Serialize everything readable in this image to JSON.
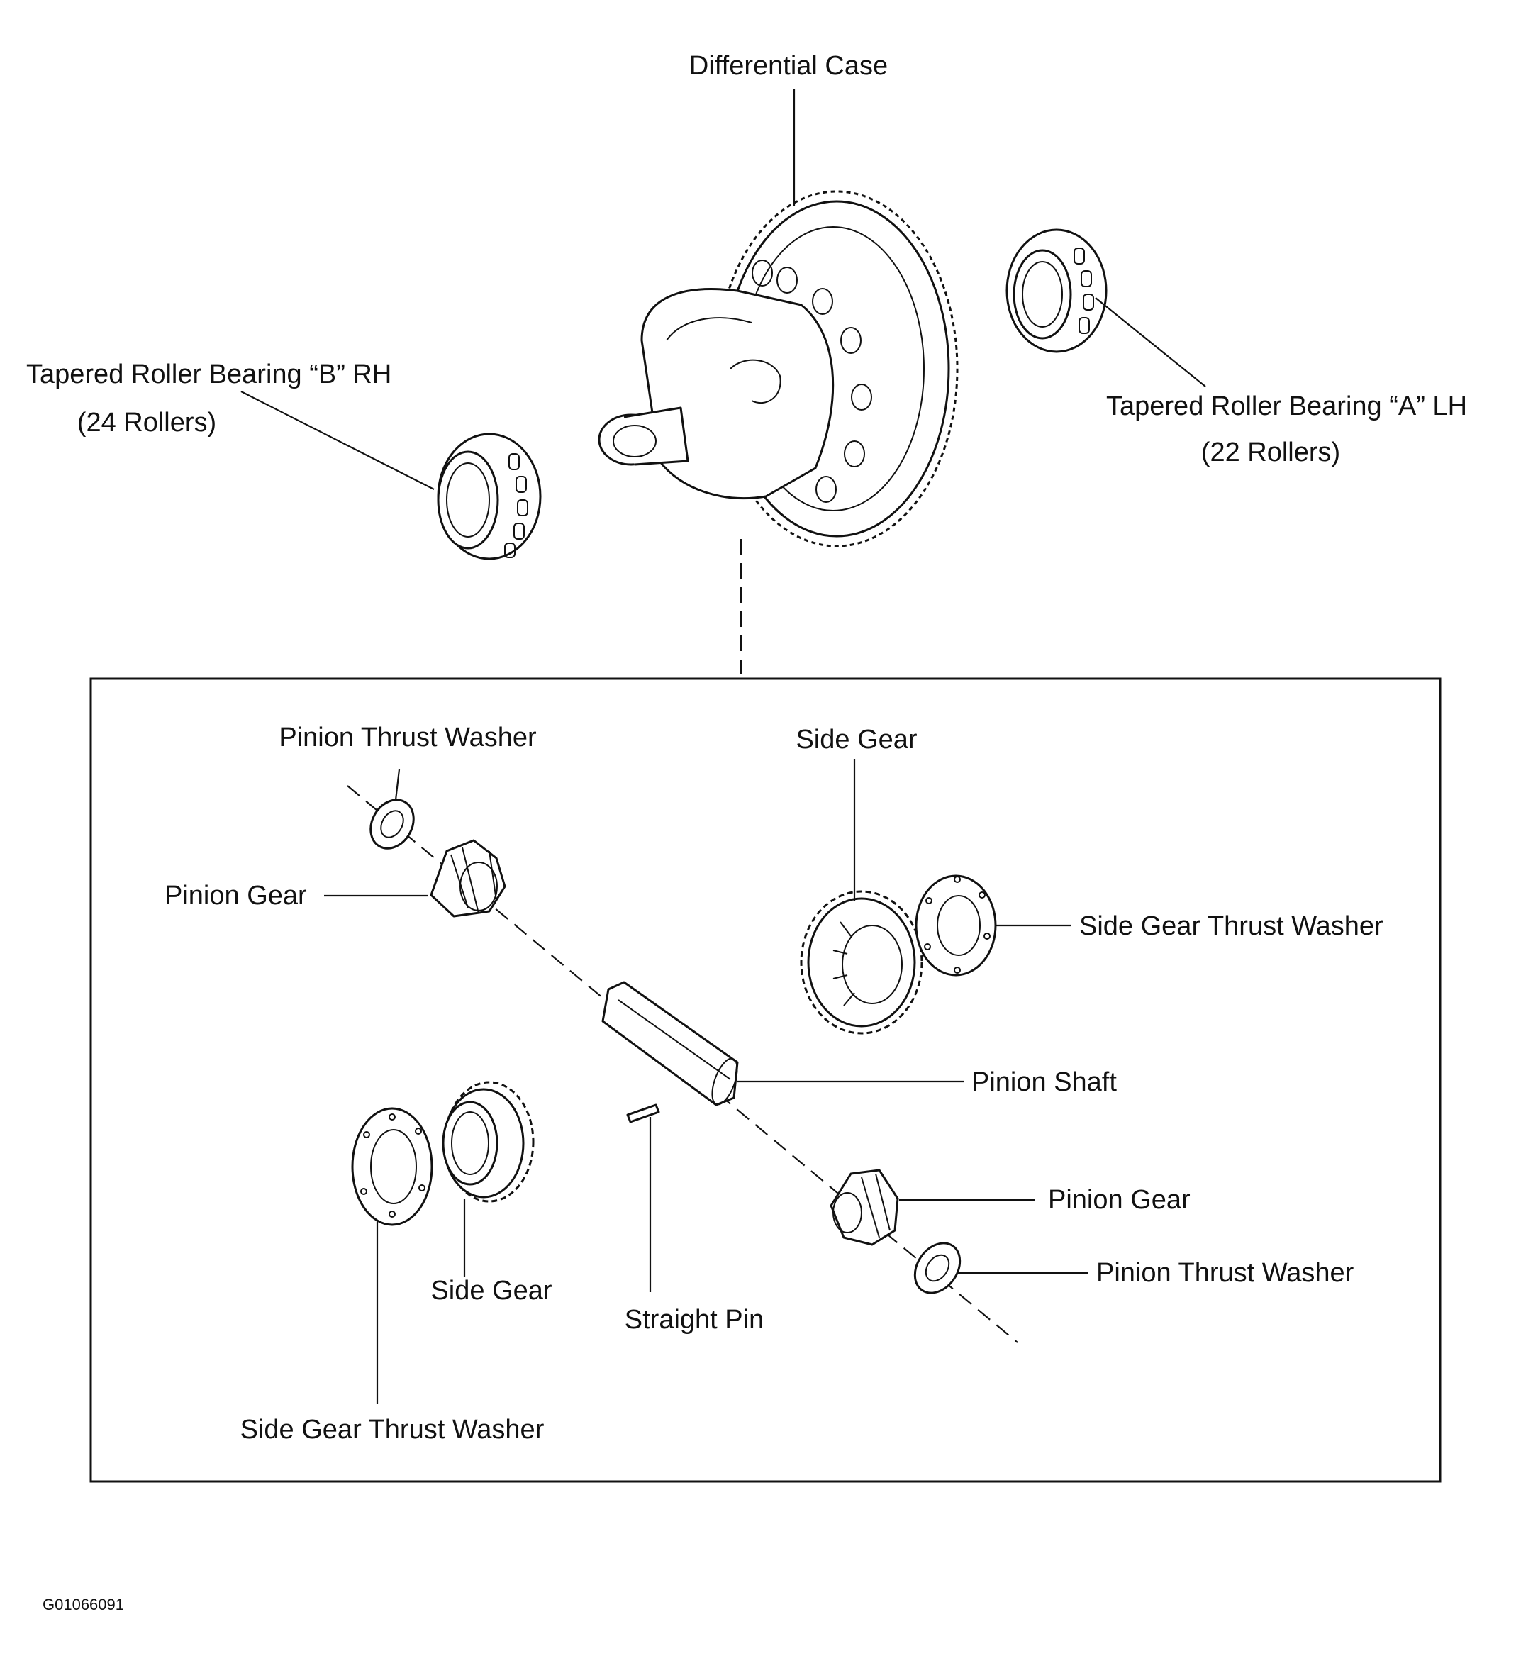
{
  "diagram": {
    "figure_code": "G01066091",
    "labels": {
      "differential_case": "Differential Case",
      "bearing_b_line1": "Tapered Roller Bearing “B”  RH",
      "bearing_b_line2": "(24 Rollers)",
      "bearing_a_line1": "Tapered Roller Bearing “A”  LH",
      "bearing_a_line2": "(22 Rollers)",
      "pinion_thrust_washer_top": "Pinion Thrust Washer",
      "pinion_gear_top": "Pinion Gear",
      "side_gear_top": "Side Gear",
      "side_gear_thrust_washer_right": "Side Gear Thrust Washer",
      "pinion_shaft": "Pinion Shaft",
      "pinion_gear_bottom": "Pinion Gear",
      "pinion_thrust_washer_bottom": "Pinion Thrust Washer",
      "side_gear_bottom": "Side Gear",
      "straight_pin": "Straight Pin",
      "side_gear_thrust_washer_left": "Side Gear Thrust Washer"
    }
  }
}
